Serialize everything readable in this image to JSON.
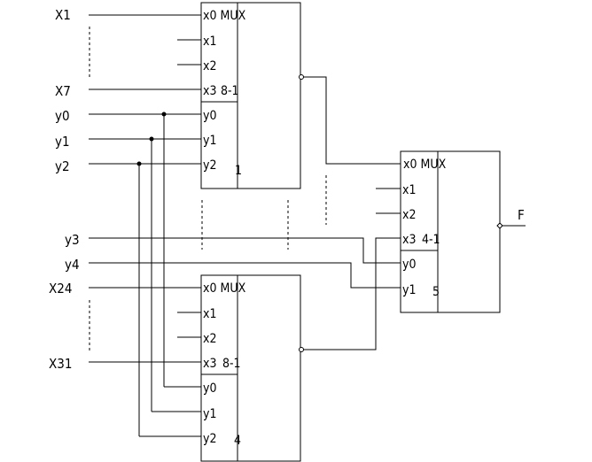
{
  "inputs": {
    "x1": "X1",
    "x7": "X7",
    "y0": "y0",
    "y1": "y1",
    "y2": "y2",
    "y3": "y3",
    "y4": "y4",
    "x24": "X24",
    "x31": "X31"
  },
  "output": {
    "label": "F"
  },
  "mux_top": {
    "title": "MUX",
    "ratio": "8-1",
    "number": "1",
    "pins": [
      "x0",
      "x1",
      "x2",
      "x3",
      "y0",
      "y1",
      "y2"
    ]
  },
  "mux_bottom": {
    "title": "MUX",
    "ratio": "8-1",
    "number": "4",
    "pins": [
      "x0",
      "x1",
      "x2",
      "x3",
      "y0",
      "y1",
      "y2"
    ]
  },
  "mux_final": {
    "title": "MUX",
    "ratio": "4-1",
    "number": "5",
    "pins": [
      "x0",
      "x1",
      "x2",
      "x3",
      "y0",
      "y1"
    ]
  }
}
